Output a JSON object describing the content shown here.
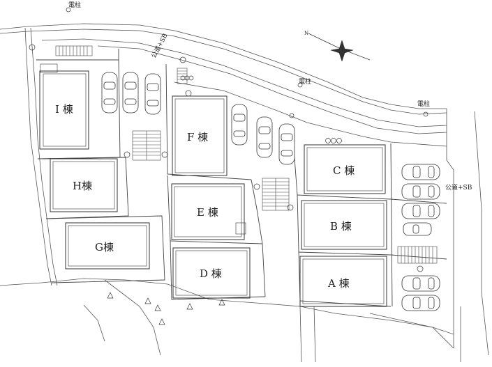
{
  "site_plan": {
    "buildings": [
      {
        "id": "I",
        "label": "I 棟"
      },
      {
        "id": "H",
        "label": "H棟"
      },
      {
        "id": "G",
        "label": "G棟"
      },
      {
        "id": "F",
        "label": "F 棟"
      },
      {
        "id": "E",
        "label": "E 棟"
      },
      {
        "id": "D",
        "label": "D 棟"
      },
      {
        "id": "C",
        "label": "C 棟"
      },
      {
        "id": "B",
        "label": "B 棟"
      },
      {
        "id": "A",
        "label": "A 棟"
      }
    ],
    "road_labels": {
      "public_road_north": "公道+SB",
      "public_road_east": "公道+SB"
    },
    "utility_poles": [
      {
        "label": "電柱"
      },
      {
        "label": "電柱"
      },
      {
        "label": "電柱"
      }
    ],
    "compass": {
      "label": "N"
    }
  }
}
